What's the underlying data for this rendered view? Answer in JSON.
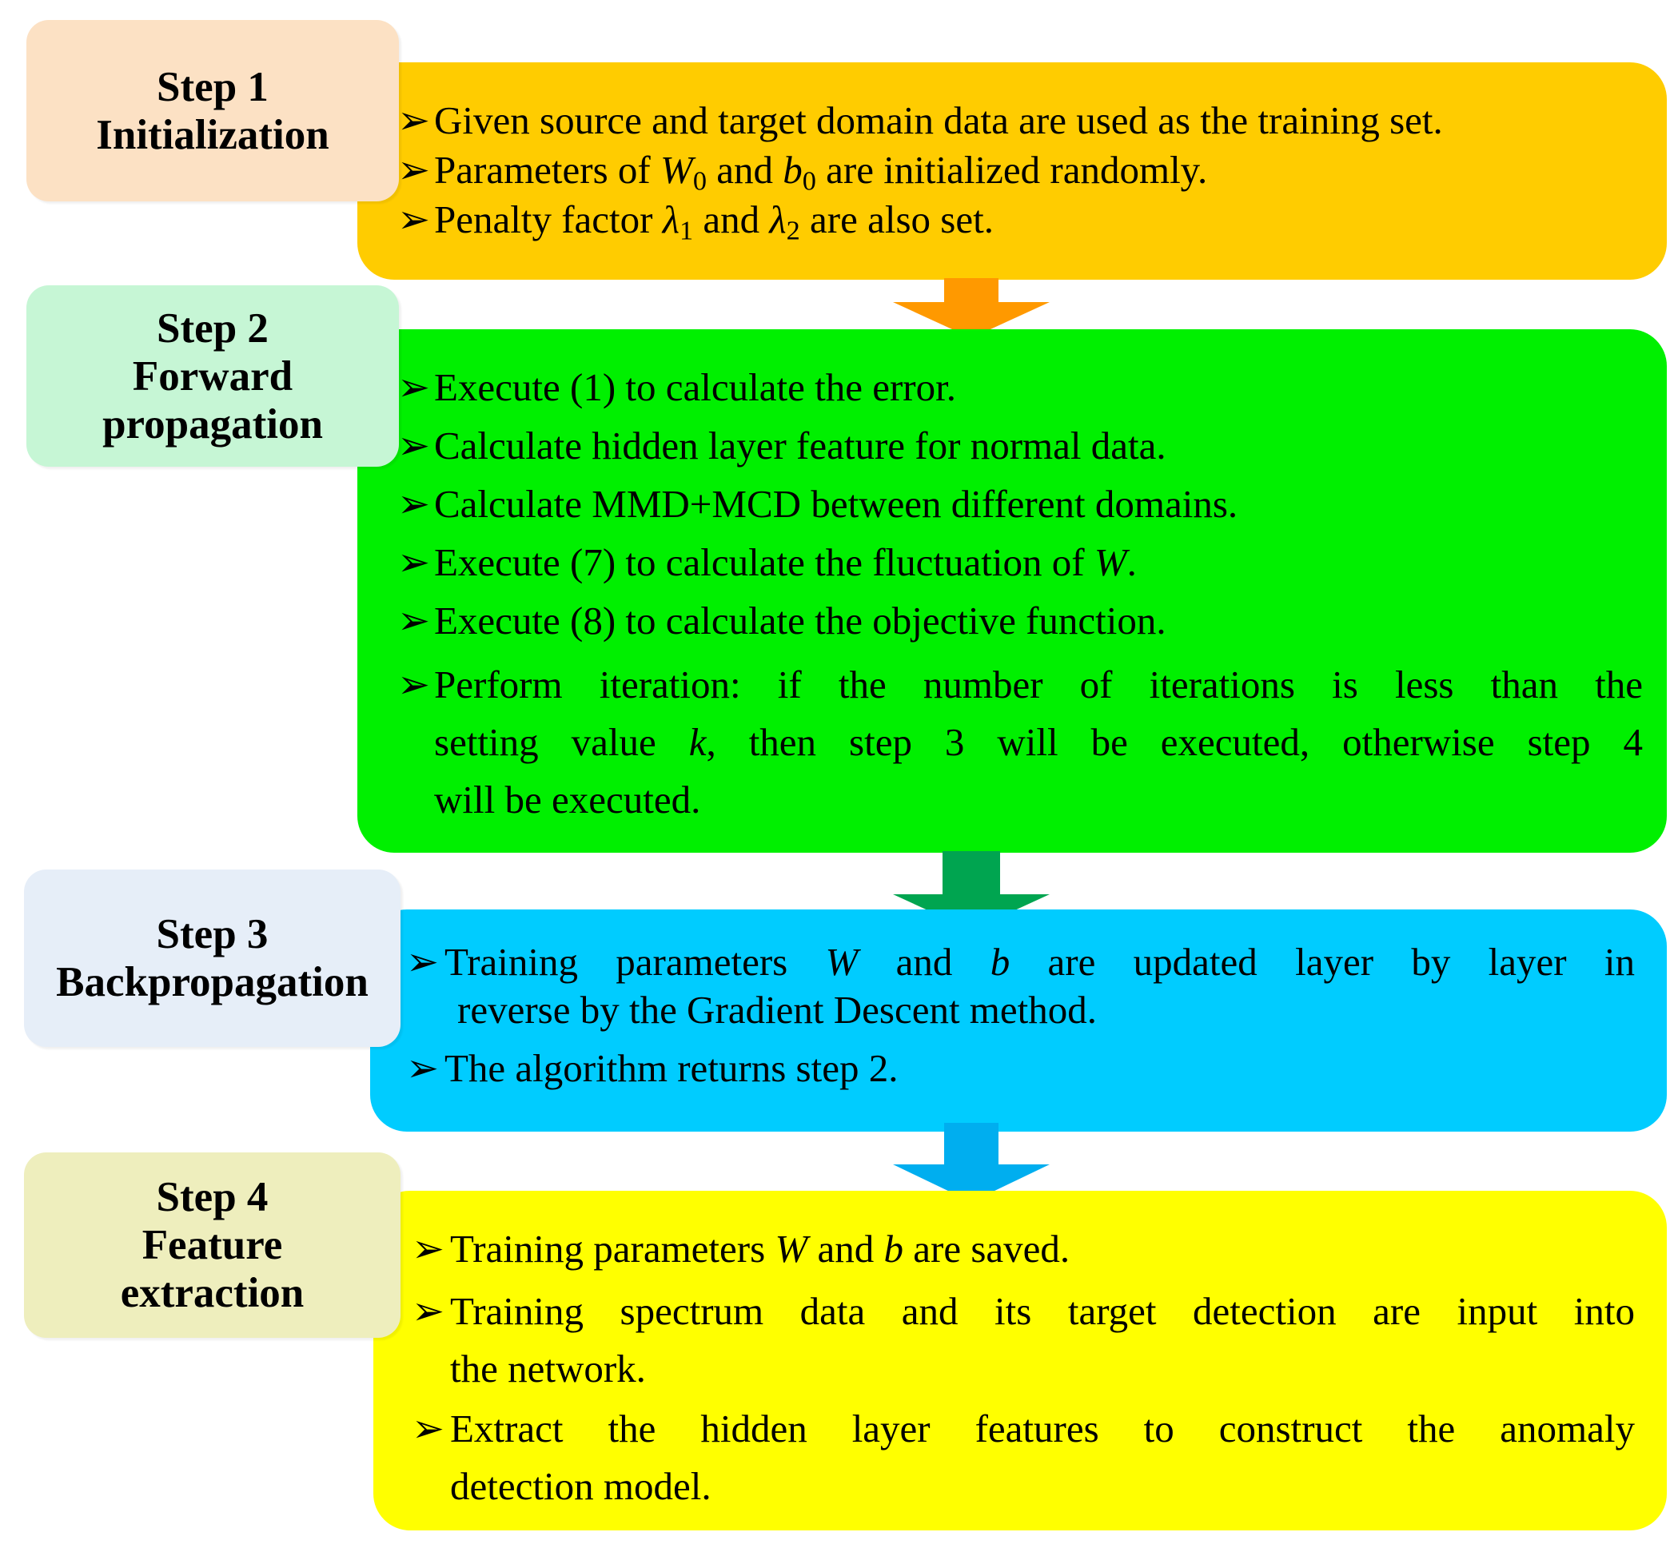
{
  "steps": [
    {
      "title": "Step 1",
      "name": "Initialization",
      "label_color": "#FCE1C4",
      "box_color": "#FFCC00",
      "bullets": [
        {
          "text": "Given source and target domain data are used as the training set."
        },
        {
          "pre": "Parameters of ",
          "v1": "W",
          "s1": "0",
          "mid": " and ",
          "v2": "b",
          "s2": "0",
          "post": " are initialized randomly."
        },
        {
          "pre": "Penalty factor ",
          "v1": "λ",
          "s1": "1",
          "mid": " and ",
          "v2": "λ",
          "s2": "2",
          "post": " are also set."
        }
      ]
    },
    {
      "title": "Step 2",
      "name_line1": "Forward",
      "name_line2": "propagation",
      "label_color": "#C6F6D5",
      "box_color": "#00F000",
      "bullets": [
        {
          "text": "Execute (1) to calculate the  error."
        },
        {
          "text": "Calculate hidden layer feature for normal data."
        },
        {
          "text": "Calculate MMD+MCD between different domains."
        },
        {
          "pre": "Execute (7) to calculate the fluctuation of ",
          "v1": "W",
          "post": "."
        },
        {
          "text": "Execute (8) to calculate the objective function."
        },
        {
          "line1": "Perform iteration: if the number of iterations is less than the",
          "line2_pre": "setting value ",
          "line2_v": "k",
          "line2_post": ", then step 3 will be executed, otherwise step 4",
          "line3": "will be executed."
        }
      ]
    },
    {
      "title": "Step 3",
      "name": "Backpropagation",
      "label_color": "#E6EEF8",
      "box_color": "#00CCFF",
      "bullets": [
        {
          "l1_pre": "Training parameters ",
          "l1_v1": "W",
          "l1_mid": " and ",
          "l1_v2": "b",
          "l1_post": " are updated layer by layer in",
          "line2": "reverse by the Gradient Descent method."
        },
        {
          "text": "The algorithm returns step 2."
        }
      ]
    },
    {
      "title": "Step 4",
      "name_line1": "Feature",
      "name_line2": "extraction",
      "label_color": "#EEEEBD",
      "box_color": "#FFFF00",
      "bullets": [
        {
          "pre": "Training parameters ",
          "v1": "W",
          "mid": " and ",
          "v2": "b",
          "post": " are saved."
        },
        {
          "line1": "Training spectrum data and its target detection are input into",
          "line2": "the network."
        },
        {
          "line1": "Extract the hidden layer features to construct the anomaly",
          "line2": "detection model."
        }
      ]
    }
  ],
  "bullet_marker": "➢",
  "arrow_colors": [
    "#FF9900",
    "#00A550",
    "#00AEEF"
  ]
}
